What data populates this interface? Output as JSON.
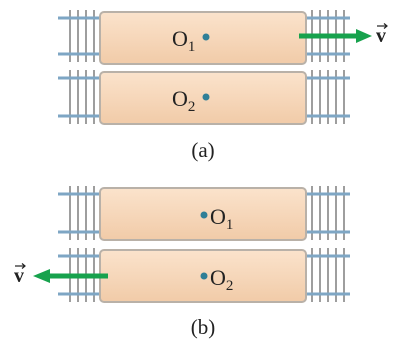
{
  "panels": [
    {
      "caption": "(a)",
      "trains": [
        {
          "letter": "O",
          "sub": "1",
          "dot_side": "right"
        },
        {
          "letter": "O",
          "sub": "2",
          "dot_side": "right"
        }
      ],
      "velocity": {
        "label": "v",
        "direction": "right",
        "attached_to": "upper train"
      }
    },
    {
      "caption": "(b)",
      "trains": [
        {
          "letter": "O",
          "sub": "1",
          "dot_side": "left"
        },
        {
          "letter": "O",
          "sub": "2",
          "dot_side": "left"
        }
      ],
      "velocity": {
        "label": "v",
        "direction": "left",
        "attached_to": "lower train"
      }
    }
  ],
  "colors": {
    "car_fill": "#F6D6B6",
    "car_stroke": "#B9B1A8",
    "rail": "#7EA6C4",
    "tie": "#9E9E9E",
    "dot": "#2F7F97",
    "arrow": "#17A24D"
  }
}
